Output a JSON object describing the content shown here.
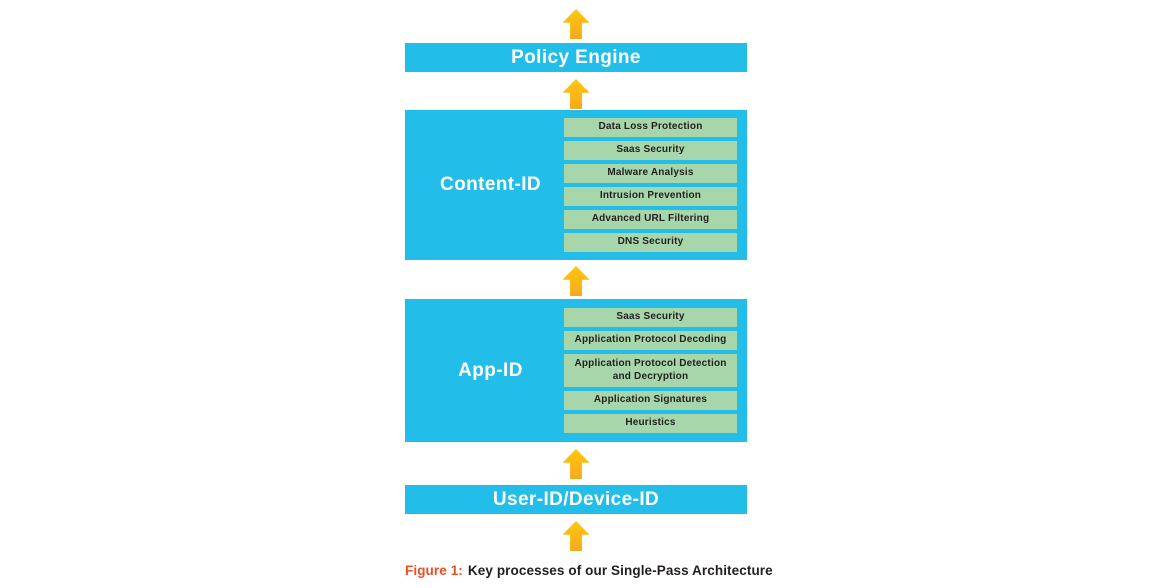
{
  "colors": {
    "layer_cyan": "#22BEE9",
    "chip_green": "#A6D6A9",
    "chip_text": "#231F20",
    "arrow_gradient_top": "#FFC60D",
    "arrow_gradient_bottom": "#F5A81F",
    "layer_title_text": "#FFFFFF",
    "caption_accent": "#F04E23",
    "caption_text": "#231F20"
  },
  "policy_engine": {
    "title": "Policy Engine"
  },
  "content_id": {
    "title": "Content-ID",
    "chips": [
      "Data Loss Protection",
      "Saas Security",
      "Malware Analysis",
      "Intrusion Prevention",
      "Advanced URL Filtering",
      "DNS Security"
    ]
  },
  "app_id": {
    "title": "App-ID",
    "chips": [
      "Saas Security",
      "Application Protocol Decoding",
      "Application Protocol Detection and Decryption",
      "Application Signatures",
      "Heuristics"
    ]
  },
  "user_id": {
    "title": "User-ID/Device-ID"
  },
  "caption": {
    "label": "Figure 1:",
    "text": "Key processes of our Single-Pass Architecture"
  }
}
